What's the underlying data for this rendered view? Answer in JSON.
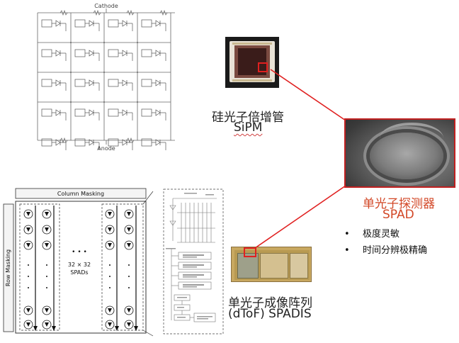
{
  "sipm_schematic": {
    "cathode_label": "Cathode",
    "anode_label": "Anode"
  },
  "sipm": {
    "label_cn": "硅光子倍增管",
    "label_en": "SiPM"
  },
  "spad_detector": {
    "label_cn": "单光子探测器",
    "label_en": "SPAD",
    "label_color": "#d24726",
    "bullets": [
      "极度灵敏",
      "时间分辨极精确"
    ]
  },
  "spadis": {
    "label_cn": "单光子成像阵列",
    "label_en": "(dToF) SPADIS"
  },
  "array_diagram": {
    "column_masking": "Column Masking",
    "row_masking": "Row Masking",
    "array_size": "32 × 32",
    "array_unit": "SPADs",
    "ellipsis": "• • •"
  },
  "colors": {
    "highlight_red": "#e02020",
    "label_color": "#d24726"
  }
}
